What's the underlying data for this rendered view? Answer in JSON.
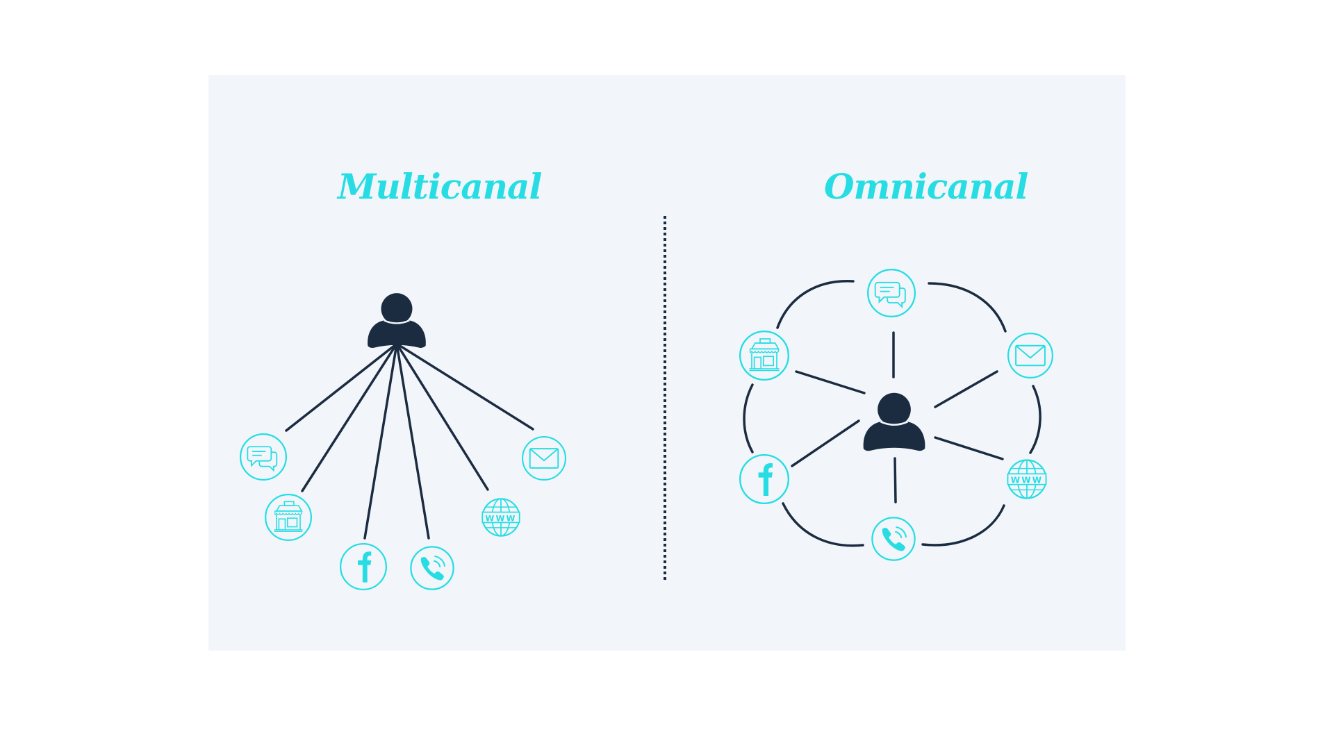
{
  "colors": {
    "background": "#ffffff",
    "panel": "#f2f6fb",
    "accent": "#27dde3",
    "ink": "#1b2b40"
  },
  "left": {
    "title": "Multicanal",
    "hub": "person-icon",
    "layout": "fan-out from customer to isolated channels",
    "channels": [
      {
        "name": "chat",
        "icon": "chat-bubbles-icon"
      },
      {
        "name": "store",
        "icon": "storefront-icon"
      },
      {
        "name": "facebook",
        "icon": "facebook-icon",
        "glyph": "f"
      },
      {
        "name": "phone",
        "icon": "phone-icon"
      },
      {
        "name": "web",
        "icon": "globe-www-icon",
        "glyph": "www"
      },
      {
        "name": "email",
        "icon": "envelope-icon"
      }
    ]
  },
  "right": {
    "title": "Omnicanal",
    "hub": "person-icon",
    "layout": "customer at center connected to all channels, channels interconnected in a ring",
    "channels": [
      {
        "name": "chat",
        "icon": "chat-bubbles-icon"
      },
      {
        "name": "email",
        "icon": "envelope-icon"
      },
      {
        "name": "web",
        "icon": "globe-www-icon",
        "glyph": "www"
      },
      {
        "name": "phone",
        "icon": "phone-icon"
      },
      {
        "name": "facebook",
        "icon": "facebook-icon",
        "glyph": "f"
      },
      {
        "name": "store",
        "icon": "storefront-icon"
      }
    ]
  },
  "divider": {
    "style": "dotted vertical line"
  }
}
